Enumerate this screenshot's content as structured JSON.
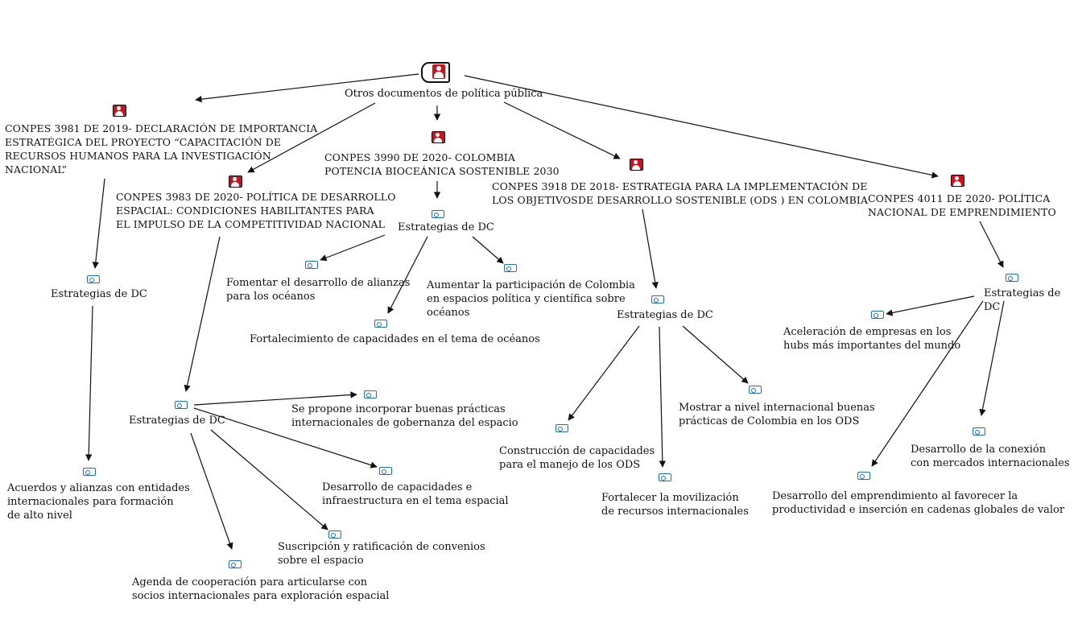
{
  "root": {
    "label": "Otros documentos de política pública"
  },
  "documents": {
    "c3981": "CONPES 3981 DE 2019- DECLARACIÓN DE IMPORTANCIA\nESTRATÉGICA DEL PROYECTO “CAPACITACIÓN DE\nRECURSOS HUMANOS PARA LA INVESTIGACIÓN\nNACIONAL”",
    "c3983": "CONPES 3983 DE 2020- POLÍTICA DE DESARROLLO\nESPACIAL: CONDICIONES HABILITANTES PARA\nEL IMPULSO DE LA COMPETITIVIDAD NACIONAL",
    "c3990": "CONPES 3990 DE 2020- COLOMBIA\nPOTENCIA BIOCEÁNICA SOSTENIBLE 2030",
    "c3918": "CONPES 3918 DE 2018- ESTRATEGIA PARA LA IMPLEMENTACIÓN DE\nLOS OBJETIVOSDE DESARROLLO SOSTENIBLE (ODS ) EN COLOMBIA",
    "c4011": "CONPES 4011 DE 2020- POLÍTICA\nNACIONAL DE EMPRENDIMIENTO"
  },
  "strategies_label": "Estrategias de DC",
  "items": {
    "acuerdos": "Acuerdos y alianzas con entidades\ninternacionales para formación\nde alto nivel",
    "gobernanza": "Se propone incorporar buenas prácticas\ninternacionales de gobernanza del espacio",
    "infra": "Desarrollo de capacidades e\ninfraestructura en el tema espacial",
    "convenios": "Suscripción y ratificación de convenios\nsobre el espacio",
    "agenda": "Agenda de cooperación para articularse con\nsocios internacionales para exploración espacial",
    "alianzas": "Fomentar el desarrollo de alianzas\npara los océanos",
    "fortalecimiento": "Fortalecimiento de capacidades en el tema de océanos",
    "participacion": "Aumentar la participación de Colombia\nen espacios política y científica sobre\nocéanos",
    "construccion": "Construcción de capacidades\npara el manejo de los ODS",
    "movilizacion": "Fortalecer la movilización\nde recursos internacionales",
    "mostrar": "Mostrar a nivel internacional buenas\nprácticas de Colombia en los ODS",
    "aceleracion": "Aceleración de empresas en los\nhubs más importantes del mundo",
    "conexion": "Desarrollo de la conexión\ncon mercados internacionales",
    "emprendimiento": "Desarrollo del emprendimiento al favorecer la\nproductividad e inserción en cadenas globales de valor"
  },
  "colors": {
    "doc_icon": "#c8141e",
    "tag_icon": "#1f6fc0",
    "line": "#111111"
  }
}
